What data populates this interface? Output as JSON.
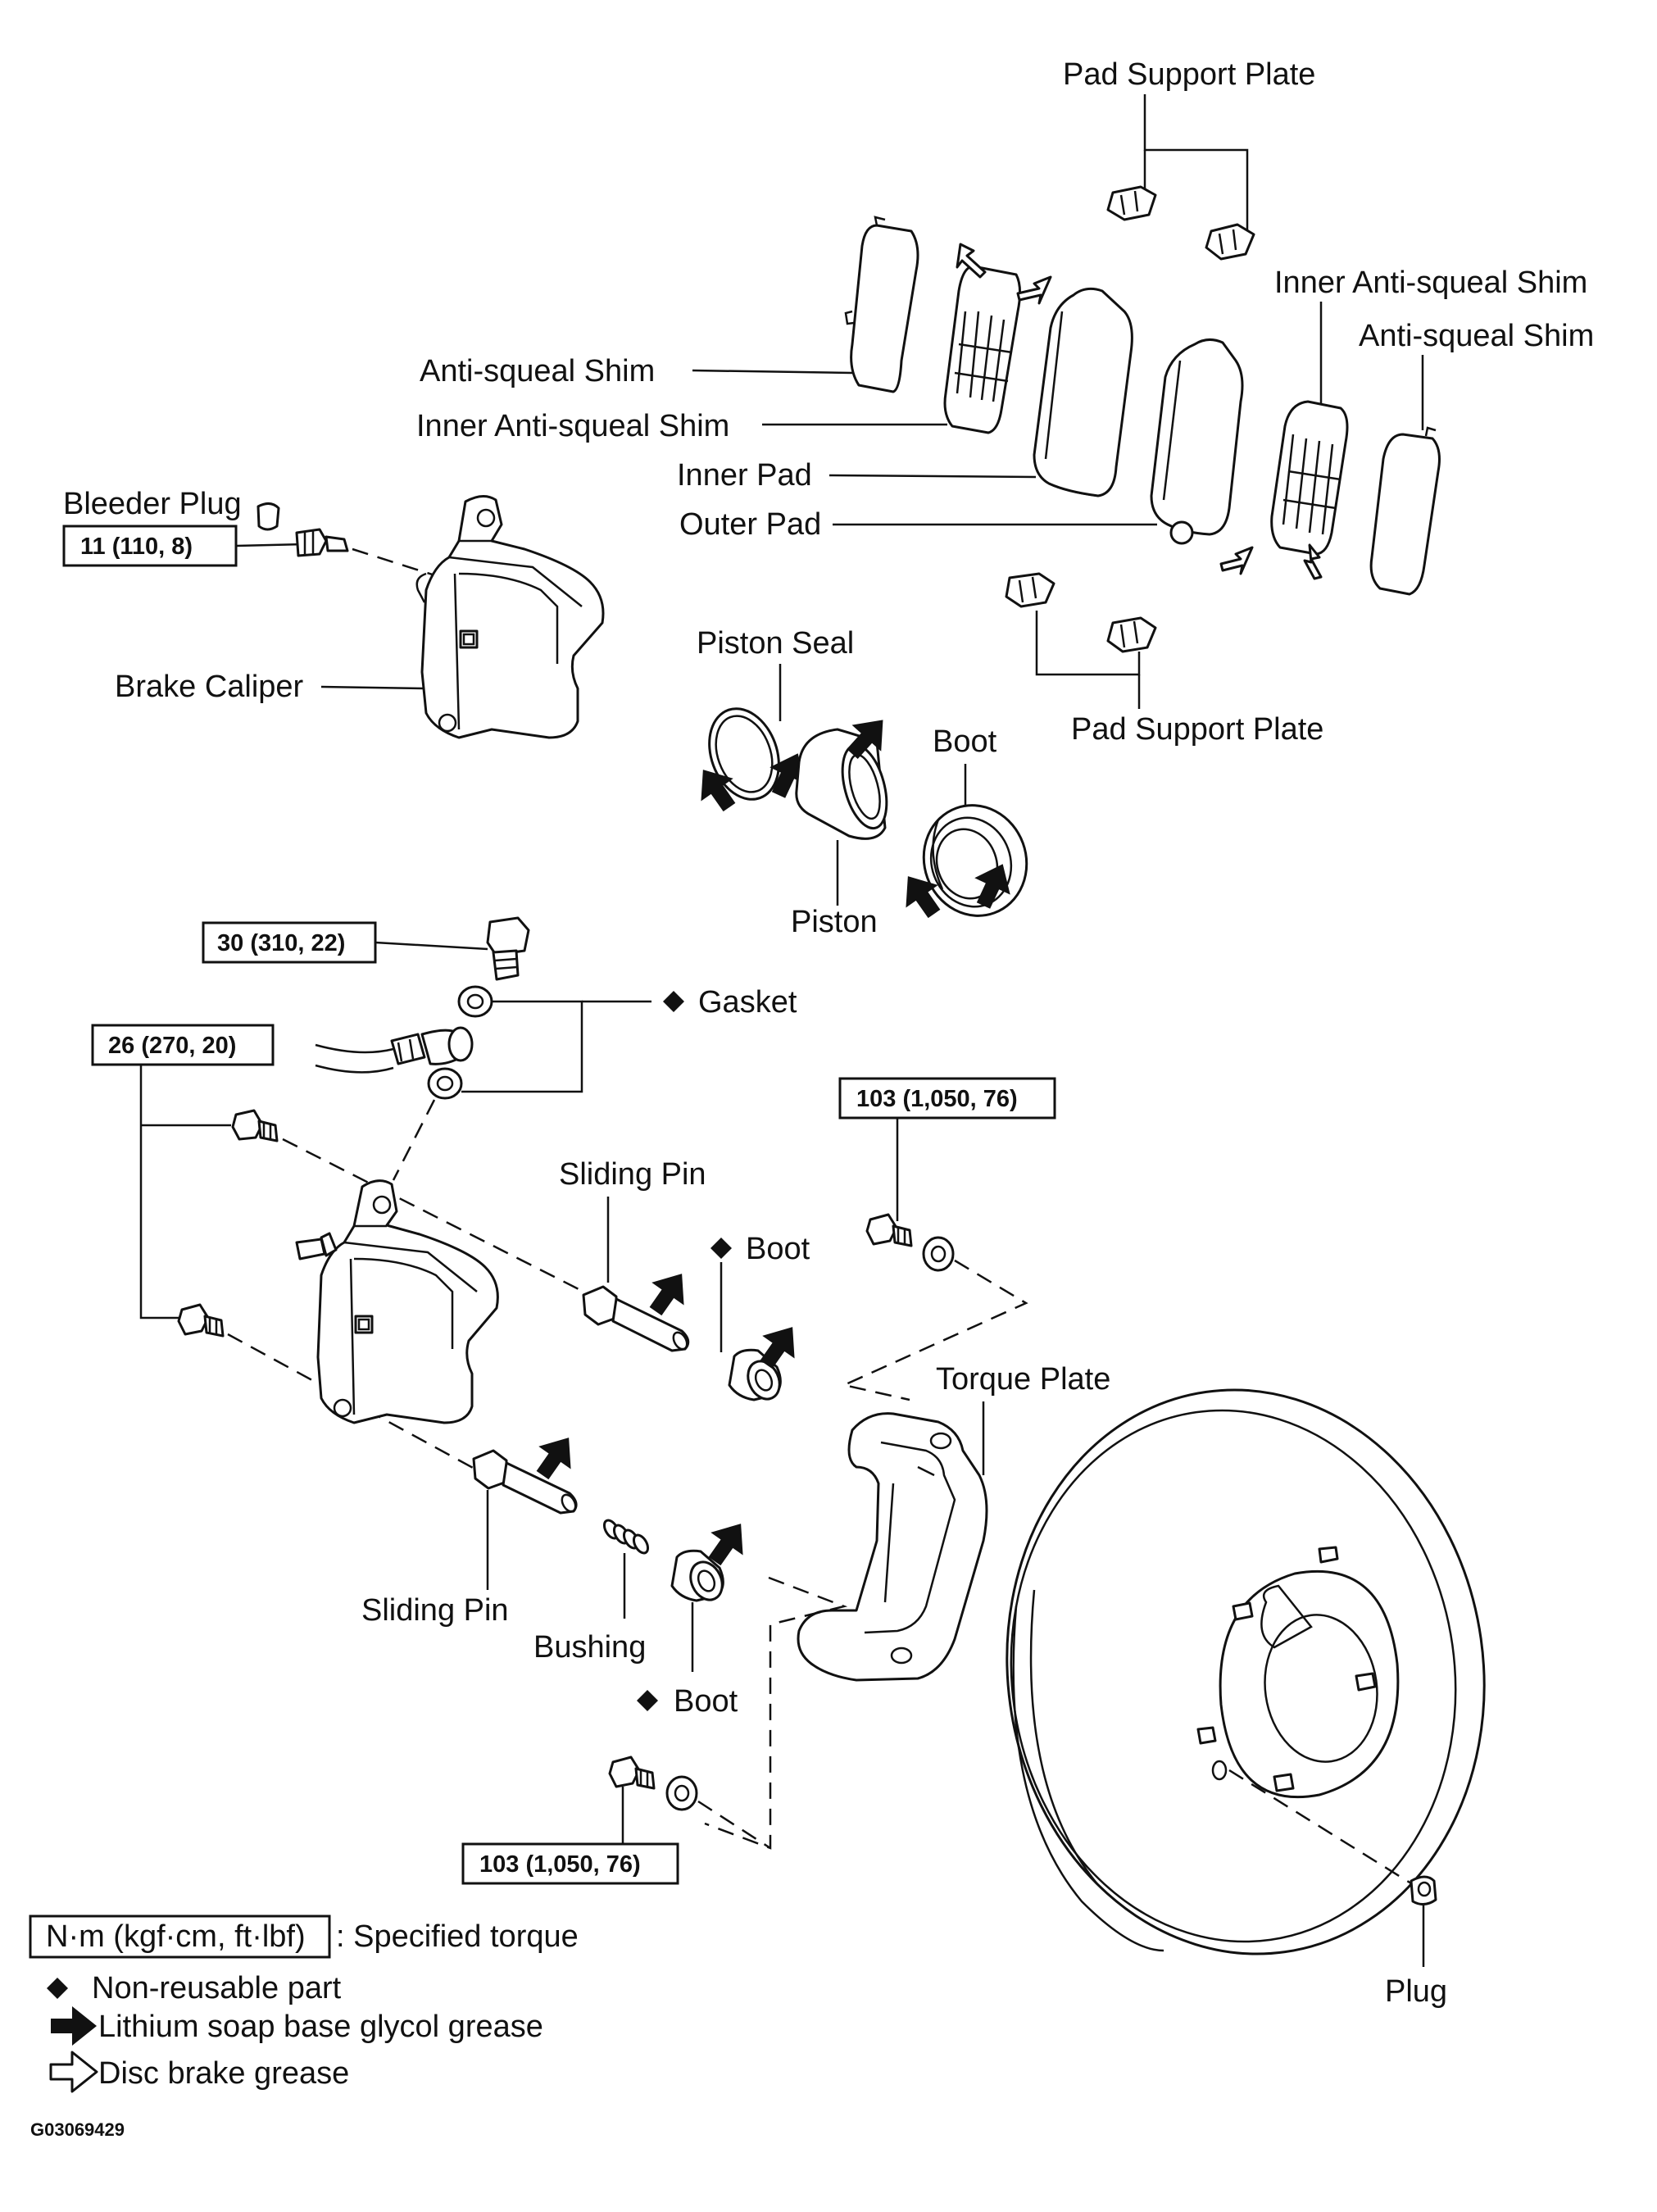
{
  "labels": {
    "pad_support_plate_top": "Pad Support Plate",
    "pad_support_plate_bottom": "Pad Support Plate",
    "inner_anti_squeal_shim_right": "Inner  Anti-squeal  Shim",
    "anti_squeal_shim_right": "Anti-squeal  Shim",
    "anti_squeal_shim_left": "Anti-squeal  Shim",
    "inner_anti_squeal_shim_left": "Inner  Anti-squeal  Shim",
    "inner_pad": "Inner Pad",
    "outer_pad": "Outer Pad",
    "bleeder_plug": "Bleeder Plug",
    "brake_caliper": "Brake Caliper",
    "piston_seal": "Piston Seal",
    "boot_piston": "Boot",
    "piston": "Piston",
    "gasket": "Gasket",
    "sliding_pin_upper": "Sliding Pin",
    "boot_upper": "Boot",
    "torque_plate": "Torque Plate",
    "sliding_pin_lower": "Sliding Pin",
    "bushing": "Bushing",
    "boot_lower": "Boot",
    "plug": "Plug"
  },
  "torques": {
    "bleeder": "11 (110, 8)",
    "union_bolt": "30 (310, 22)",
    "caliper_bolts": "26 (270, 20)",
    "torque_plate_upper": "103 (1,050, 76)",
    "torque_plate_lower": "103 (1,050, 76)"
  },
  "legend": {
    "torque_box": "N·m (kgf·cm, ft·lbf)",
    "torque_text": ": Specified torque",
    "nonreusable": "Non-reusable  part",
    "lithium": "Lithium  soap  base  glycol  grease",
    "disc": "Disc  brake  grease"
  },
  "figure_code": "G03069429"
}
